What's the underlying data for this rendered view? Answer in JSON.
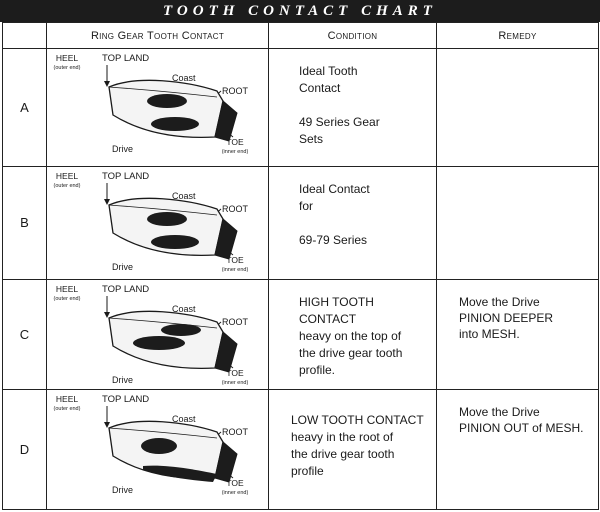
{
  "title": "TOOTH CONTACT CHART",
  "headers": {
    "gear": "Ring Gear Tooth Contact",
    "condition": "Condition",
    "remedy": "Remedy"
  },
  "rows": [
    {
      "label": "A",
      "diagram": {
        "heel": "HEEL",
        "outer": "(outer end)",
        "top_land": "TOP LAND",
        "coast": "Coast",
        "root": "ROOT",
        "drive": "Drive",
        "toe": "TOE",
        "inner": "(inner end)",
        "contact": "ideal"
      },
      "condition": [
        "Ideal Tooth",
        "Contact",
        "",
        "49 Series Gear",
        "Sets"
      ],
      "remedy": []
    },
    {
      "label": "B",
      "diagram": {
        "heel": "HEEL",
        "outer": "(outer end)",
        "top_land": "TOP LAND",
        "coast": "Coast",
        "root": "ROOT",
        "drive": "Drive",
        "toe": "TOE",
        "inner": "(inner end)",
        "contact": "ideal"
      },
      "condition": [
        "Ideal Contact",
        "for",
        "",
        "69-79 Series"
      ],
      "remedy": []
    },
    {
      "label": "C",
      "diagram": {
        "heel": "HEEL",
        "outer": "(outer end)",
        "top_land": "TOP LAND",
        "coast": "Coast",
        "root": "ROOT",
        "drive": "Drive",
        "toe": "TOE",
        "inner": "(inner end)",
        "contact": "high"
      },
      "condition": [
        "HIGH TOOTH CONTACT",
        "heavy on the top of",
        "the drive gear tooth",
        "profile."
      ],
      "remedy": [
        "Move the Drive",
        "PINION DEEPER",
        "into MESH."
      ]
    },
    {
      "label": "D",
      "diagram": {
        "heel": "HEEL",
        "outer": "(outer end)",
        "top_land": "TOP LAND",
        "coast": "Coast",
        "root": "ROOT",
        "drive": "Drive",
        "toe": "TOE",
        "inner": "(inner end)",
        "contact": "low"
      },
      "condition": [
        "LOW TOOTH CONTACT",
        "heavy in the root of",
        "the drive gear tooth",
        "profile"
      ],
      "remedy": [
        "Move the Drive",
        "PINION OUT of MESH."
      ]
    }
  ]
}
